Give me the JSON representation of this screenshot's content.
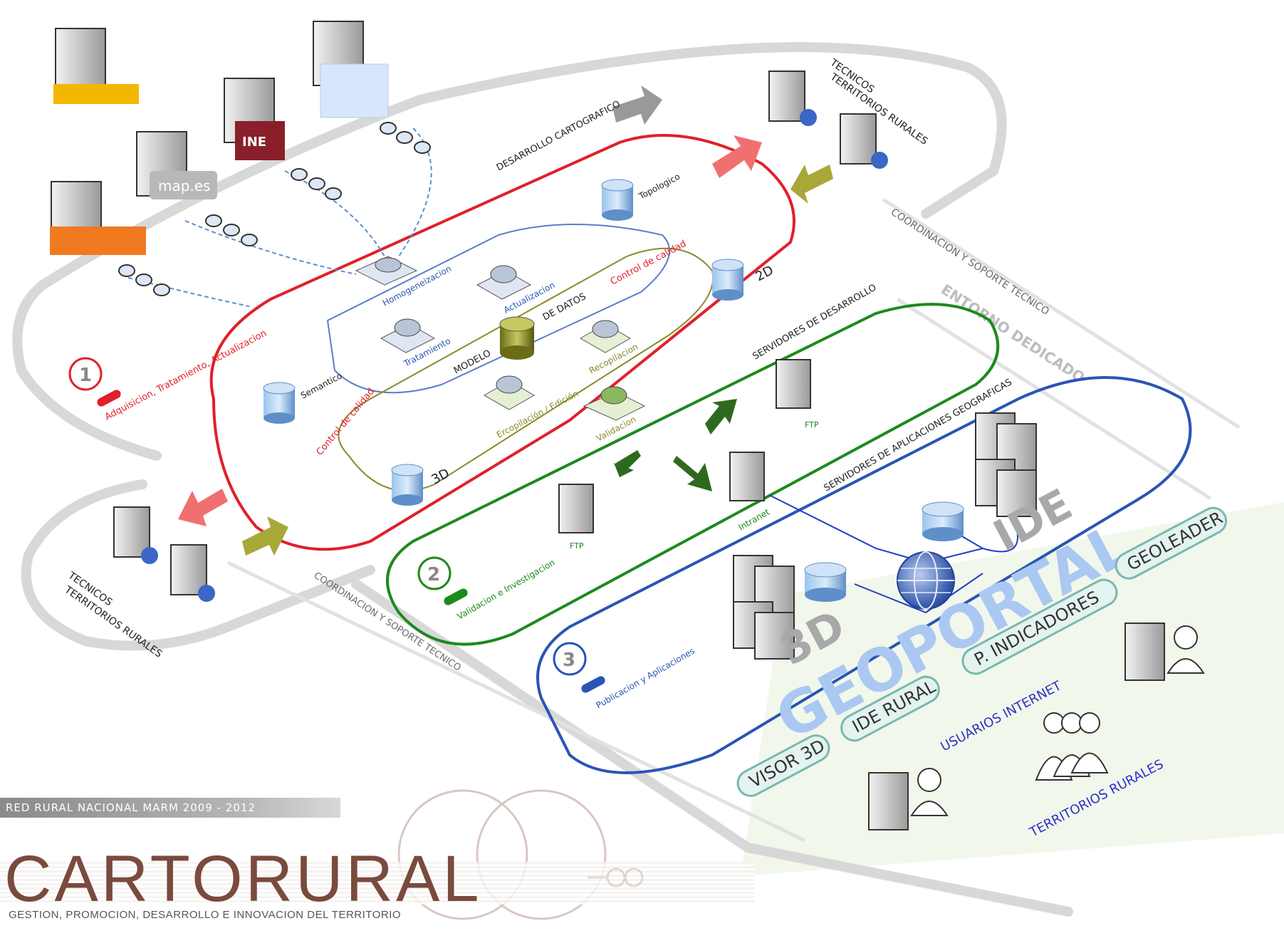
{
  "tecnicos_top": {
    "line1": "TECNICOS",
    "line2": "TERRITORIOS RURALES"
  },
  "tecnicos_bottom": {
    "line1": "TECNICOS",
    "line2": "TERRITORIOS RURALES"
  },
  "coordinacion_top": "COORDINACION Y SOPORTE TECNICO",
  "coordinacion_bottom": "COORDINACION Y SOPORTE TECNICO",
  "entorno": "ENTORNO DEDICADO",
  "desarrollo": "DESARROLLO CARTOGRAFICO",
  "servidores_desarrollo": "SERVIDORES DE DESARROLLO",
  "servidores_aplicaciones": "SERVIDORES DE APLICACIONES GEOGRAFICAS",
  "source_labels": {
    "map_es": "map.es",
    "ine": "INE"
  },
  "nodes": {
    "homogeneizacion": "Homogeneizacion",
    "actualizacion": "Actualizacion",
    "tratamiento": "Tratamiento",
    "modelo": "MODELO",
    "de_datos": "DE DATOS",
    "recopilacion": "Recopilacion",
    "ercopilacion_edicion": "Ercopilación / Edición",
    "validacion": "Validacion",
    "topologico": "Topologico",
    "semantico": "Semantico",
    "d2": "2D",
    "d3": "3D",
    "ftp_top": "FTP",
    "ftp_bottom": "FTP",
    "intranet": "Intranet"
  },
  "control_calidad_1": "Control de calidad",
  "control_calidad_2": "Control de calidad",
  "section1": {
    "num": "1",
    "label": "Adquisicion, Tratamiento, Actualizacion"
  },
  "section2": {
    "num": "2",
    "label": "Validacion e Investigacion"
  },
  "section3": {
    "num": "3",
    "label": "Publicacion y Aplicaciones"
  },
  "ide": "IDE",
  "d3_big": "3D",
  "geoportal": "GEOPORTAL",
  "pills": {
    "geoleader": "GEOLEADER",
    "p_indicadores": "P. INDICADORES",
    "ide_rural": "IDE RURAL",
    "visor_3d": "VISOR 3D"
  },
  "usuarios": "USUARIOS INTERNET",
  "territorios": "TERRITORIOS RURALES",
  "banner": "RED RURAL NACIONAL MARM 2009 - 2012",
  "logo": "CARTORURAL",
  "tagline": "GESTION, PROMOCION, DESARROLLO E INNOVACION DEL TERRITORIO",
  "colors": {
    "red": "#e0202a",
    "green": "#1d8a1d",
    "blue": "#2a55b5",
    "olive": "#8a8a2a",
    "gray": "#c8c8c8",
    "brown": "#7a4a3e"
  }
}
